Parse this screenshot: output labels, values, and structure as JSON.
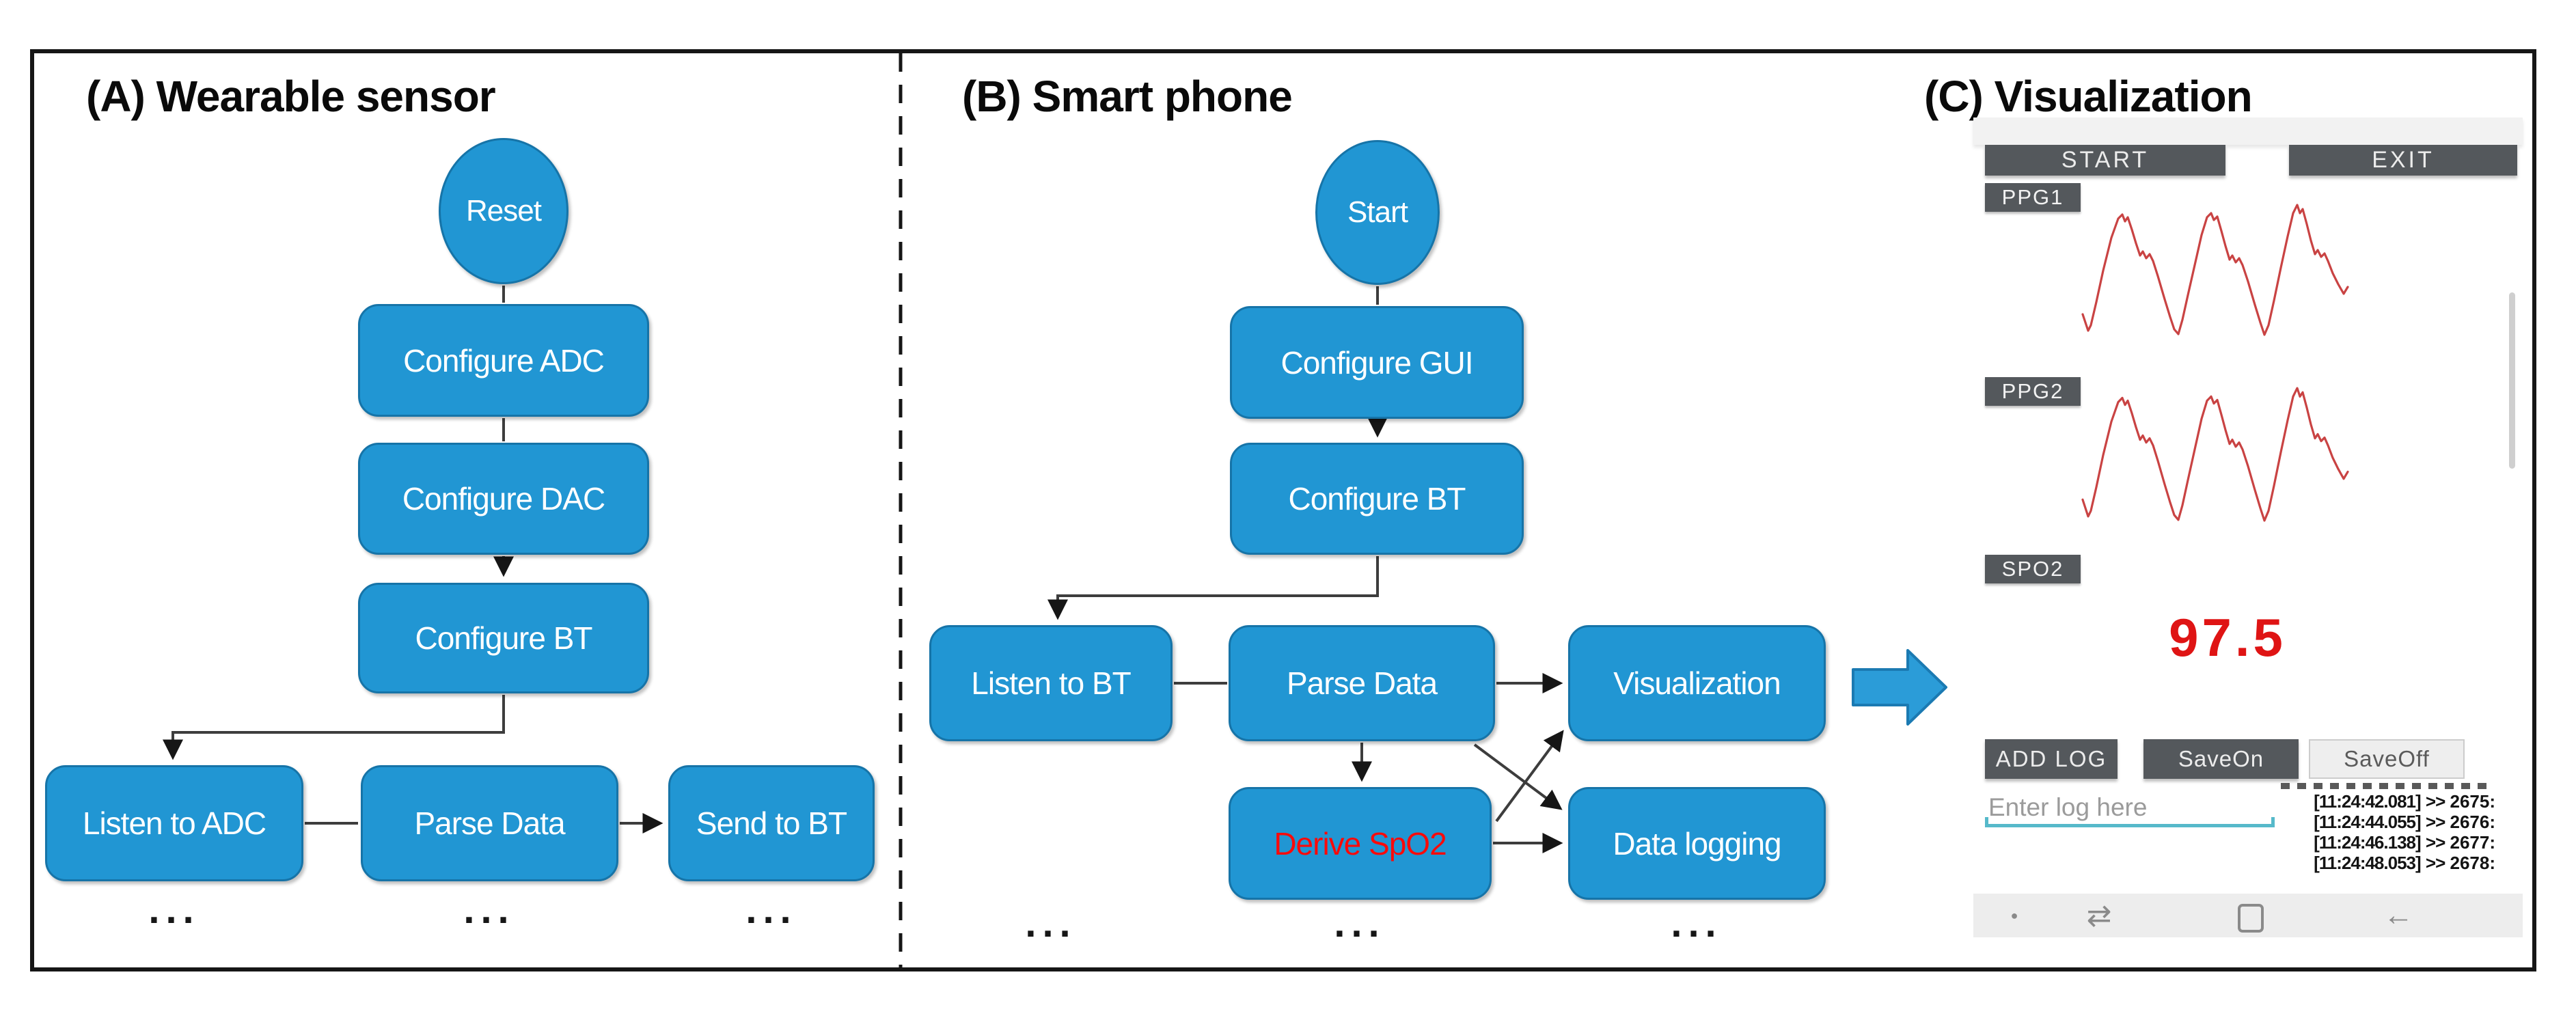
{
  "figure": {
    "colors": {
      "node_blue": "#2196d3",
      "node_border": "#1674a8",
      "derive_red": "#fb0a0a",
      "wave_red": "#c94343",
      "dark_button_gray": "#54585c",
      "save_off_bg": "#eeeeee",
      "spo2_red": "#df1414",
      "underline_teal": "#56b9ca",
      "nav_bg": "#ededed",
      "big_arrow_blue": "#2b9cd8"
    }
  },
  "panel_a": {
    "title": "(A) Wearable sensor",
    "nodes": {
      "reset": "Reset",
      "configure_adc": "Configure ADC",
      "configure_dac": "Configure DAC",
      "configure_bt": "Configure BT",
      "listen_to_adc": "Listen to ADC",
      "parse_data": "Parse Data",
      "send_to_bt": "Send to BT"
    },
    "ellipsis": "..."
  },
  "panel_b": {
    "title": "(B) Smart phone",
    "nodes": {
      "start": "Start",
      "configure_gui": "Configure GUI",
      "configure_bt": "Configure BT",
      "listen_to_bt": "Listen to BT",
      "parse_data": "Parse Data",
      "visualization": "Visualization",
      "derive_spo2": "Derive SpO2",
      "data_logging": "Data logging"
    },
    "ellipsis": "..."
  },
  "panel_c": {
    "title": "(C) Visualization",
    "phone": {
      "start_button": "START",
      "exit_button": "EXIT",
      "ppg1_label": "PPG1",
      "ppg2_label": "PPG2",
      "spo2_label": "SPO2",
      "spo2_value": "97.5",
      "add_log_button": "ADD LOG",
      "save_on_button": "SaveOn",
      "save_off_button": "SaveOff",
      "log_placeholder": "Enter log here",
      "log_sep": ">>",
      "log_entries": [
        {
          "time": "[11:24:42.081]",
          "value": "2675:"
        },
        {
          "time": "[11:24:44.055]",
          "value": "2676:"
        },
        {
          "time": "[11:24:46.138]",
          "value": "2677:"
        },
        {
          "time": "[11:24:48.053]",
          "value": "2678:"
        }
      ],
      "nav": {
        "dot": "●",
        "recents": "⇄",
        "back": "←"
      }
    }
  }
}
